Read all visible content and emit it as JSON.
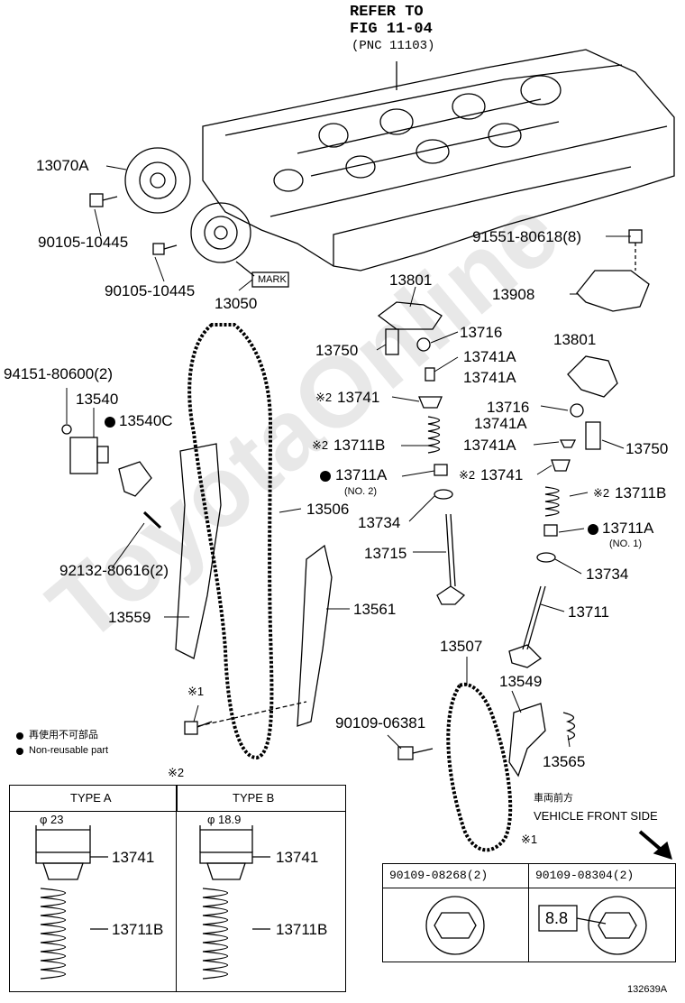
{
  "refer": {
    "line1": "REFER TO",
    "line2": "FIG 11-04",
    "line3": "(PNC 11103)"
  },
  "parts": {
    "p13070A": "13070A",
    "p90105a": "90105-10445",
    "p90105b": "90105-10445",
    "p13050": "13050",
    "mark": "MARK",
    "p91551": "91551-80618(8)",
    "p13908": "13908",
    "p13801a": "13801",
    "p13716a": "13716",
    "p13750a": "13750",
    "p13741Aa": "13741A",
    "p13741Ab": "13741A",
    "p13741a": "13741",
    "p13711Ba": "13711B",
    "p13711Aa": "13711A",
    "no2": "(NO. 2)",
    "p13734a": "13734",
    "p13715": "13715",
    "p13506": "13506",
    "p13801b": "13801",
    "p13716b": "13716",
    "p13741Ac": "13741A",
    "p13741Ad": "13741A",
    "p13750b": "13750",
    "p13741b": "13741",
    "p13711Bb": "13711B",
    "p13711Ab": "13711A",
    "no1": "(NO. 1)",
    "p13734b": "13734",
    "p13711": "13711",
    "p94151": "94151-80600(2)",
    "p13540": "13540",
    "p13540C": "13540C",
    "p92132": "92132-80616(2)",
    "p13559": "13559",
    "p13561": "13561",
    "p13507": "13507",
    "p13549": "13549",
    "p90109": "90109-06381",
    "p13565": "13565"
  },
  "marks": {
    "ref1": "※1",
    "ref2": "※2",
    "ref1b": "※1",
    "ref2b": "※2",
    "ref2c": "※2",
    "ref2d": "※2",
    "ref2e": "※2"
  },
  "legend": {
    "jp": "再使用不可部品",
    "en": "Non-reusable part"
  },
  "typebox": {
    "typeA": "TYPE A",
    "typeB": "TYPE B",
    "diaA": "φ 23",
    "diaB": "φ 18.9",
    "p13741a": "13741",
    "p13741b": "13741",
    "p13711Ba": "13711B",
    "p13711Bb": "13711B"
  },
  "front": {
    "jp": "車両前方",
    "en": "VEHICLE FRONT SIDE"
  },
  "bolttable": {
    "h1": "90109-08268(2)",
    "h2": "90109-08304(2)",
    "mark": "8.8"
  },
  "figno": "132639A"
}
